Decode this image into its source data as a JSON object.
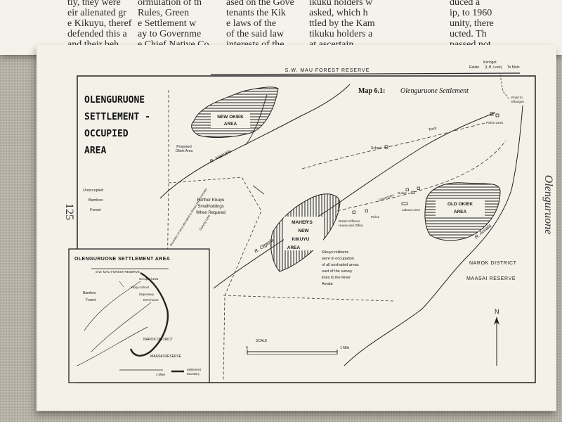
{
  "facing_page_text": {
    "col1": [
      "ormulation of th",
      "Rules, Green",
      "e Settlement w",
      "ay to Governme",
      "e Chief Native Co"
    ],
    "col2": [
      "ased on the Gove",
      "tenants the Kik",
      "e laws of the",
      "of the said law",
      "interests of the"
    ],
    "col3": [
      "tiy, they were",
      "eir alienated gr",
      "e Kikuyu, theref",
      "defended this a",
      "and their beh"
    ],
    "col4": [
      "ikuku holders w",
      "asked, which h",
      "ttled by the Kam",
      "tikuku holders a",
      "at ascertain"
    ],
    "col5": [
      "duced a",
      "ip, to 1960",
      "unity, there",
      "ucted. Th",
      "passed not"
    ]
  },
  "map": {
    "caption_label": "Map 6.1:",
    "caption_name": "Olenguruone Settlement",
    "main_title": [
      "OLENGURUONE",
      "SETTLEMENT -",
      "OCCUPIED",
      "AREA"
    ],
    "top_boundary": "S.W. MAU FOREST RESERVE",
    "top_right_note": [
      "Keringet",
      "Estate",
      "(L.H. Lock)",
      "To Molo"
    ],
    "road_note": [
      "Road to",
      "Elburgon"
    ],
    "labels": {
      "new_okiek": [
        "NEW OKIEK",
        "AREA"
      ],
      "proposed_okiek": [
        "Proposed",
        "Okiek Area"
      ],
      "unoccupied": [
        "Unoccupied",
        "Bamboo",
        "Forest"
      ],
      "further_kikuyu": [
        "Further Kikuyu",
        "Smallholdings",
        "When Required"
      ],
      "mahers": [
        "MAHER'S",
        "NEW",
        "KIKUYU",
        "AREA"
      ],
      "old_okiek": [
        "OLD OKIEK",
        "AREA"
      ],
      "kikuyu_militants": [
        "Kikuyu militants",
        "were in occupation",
        "of all unshaded areas",
        "east of the survey",
        "lines to the River",
        "Amala"
      ],
      "narok": "NAROK DISTRICT",
      "maasai": "MAASAI RESERVE",
      "school": "School",
      "police": "Police",
      "police_lines": "Police Lines",
      "dukas": "Dukas",
      "dispensary": "Dispensary",
      "labour_lines": "Labour Lines",
      "district_officers": [
        "District Officers",
        "House and Office"
      ],
      "track": "Track",
      "survey_line": "Survey Line",
      "boundary_text": "Boundary of area allocated to Kikuyu (Approximate)"
    },
    "rivers": {
      "nairotia": "R. Nairotia",
      "olgeria": "R. Olgeria",
      "amala": "R. Amala"
    },
    "scale": {
      "title": "SCALE",
      "start": "0",
      "end": "1 Mile"
    },
    "north": "N",
    "inset": {
      "title": "OLENGURUONE SETTLEMENT AREA",
      "forest": "S.W. MAU FOREST RESERVE",
      "occupied": "Occupied area",
      "kikuyu_school": "Kikuyu school",
      "dispensary": "Dispensary",
      "dos_house": "DO's house",
      "bamboo": "Bamboo",
      "forest_word": "Forest",
      "narok": "NAROK DISTRICT",
      "maasai": "MAASAI RESERVE",
      "scale_end": "2 Miles",
      "legend_boundary": [
        "Settlement",
        "Boundary"
      ]
    }
  },
  "page_number": "125",
  "running_head": "Olenguruone"
}
